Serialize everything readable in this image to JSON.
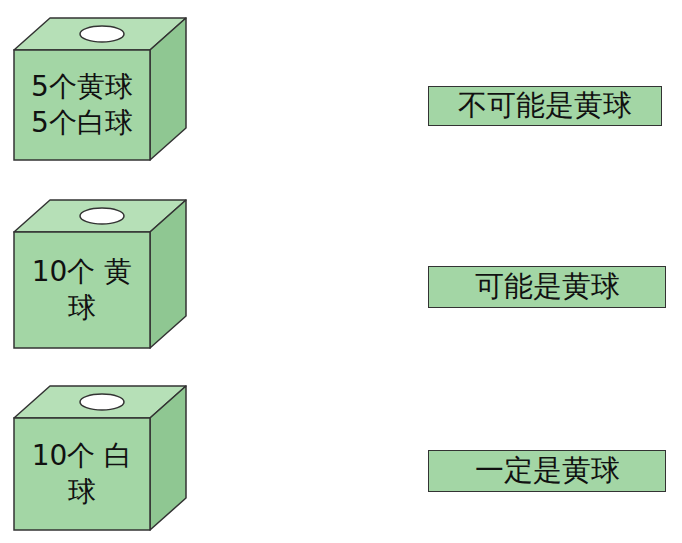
{
  "diagram": {
    "nodes": [
      {
        "text": [
          "5个黄球 5个白球"
        ]
      },
      {
        "text": [
          "不可能是黄球"
        ]
      },
      {
        "text": [
          "10个 黄球"
        ]
      },
      {
        "text": [
          "可能是黄球"
        ]
      },
      {
        "text": [
          "10个 白球"
        ]
      },
      {
        "text": [
          "一定是黄球"
        ]
      }
    ]
  }
}
